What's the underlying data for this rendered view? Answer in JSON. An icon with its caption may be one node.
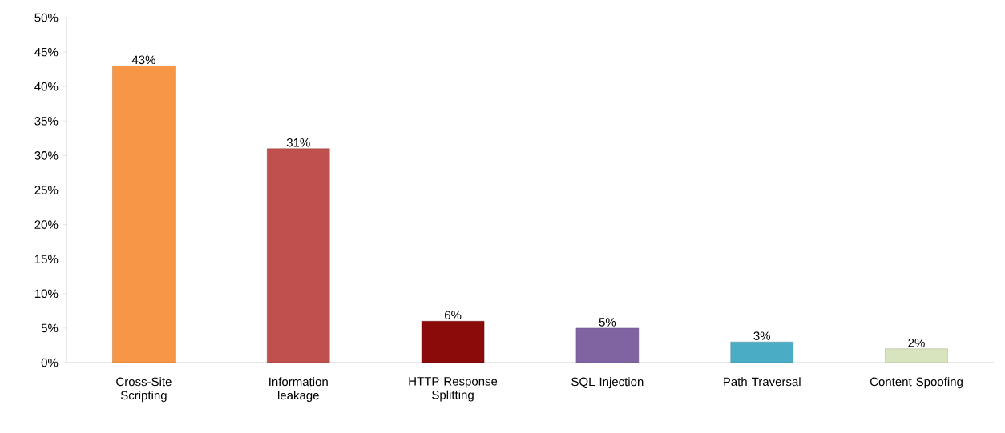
{
  "diagram": {
    "chart_data": {
      "type": "bar",
      "categories": [
        "Cross-Site Scripting",
        "Information leakage",
        "HTTP Response Splitting",
        "SQL Injection",
        "Path Traversal",
        "Content Spoofing"
      ],
      "series": [
        {
          "color": "#f79646",
          "values": [
            43,
            null,
            null,
            null,
            null,
            null
          ]
        },
        {
          "color": "#c0504d",
          "values": [
            null,
            31,
            null,
            null,
            null,
            null
          ]
        },
        {
          "color": "#8b0a0a",
          "values": [
            null,
            null,
            6,
            null,
            null,
            null
          ]
        },
        {
          "color": "#8064a2",
          "values": [
            null,
            null,
            null,
            5,
            null,
            null
          ]
        },
        {
          "color": "#4bacc6",
          "values": [
            null,
            null,
            null,
            null,
            3,
            null
          ]
        },
        {
          "color": "#d7e4bd",
          "values": [
            null,
            null,
            null,
            null,
            null,
            2
          ]
        }
      ],
      "ylim": [
        0,
        50
      ],
      "yticks": [
        {
          "value": 0,
          "label": "0%"
        },
        {
          "value": 5,
          "label": "5%"
        },
        {
          "value": 10,
          "label": "10%"
        },
        {
          "value": 15,
          "label": "15%"
        },
        {
          "value": 20,
          "label": "20%"
        },
        {
          "value": 25,
          "label": "25%"
        },
        {
          "value": 30,
          "label": "30%"
        },
        {
          "value": 35,
          "label": "35%"
        },
        {
          "value": 40,
          "label": "40%"
        },
        {
          "value": 45,
          "label": "45%"
        },
        {
          "value": 50,
          "label": "50%"
        }
      ],
      "value_labels": [
        "43%",
        "31%",
        "6%",
        "5%",
        "3%",
        "2%"
      ]
    }
  }
}
